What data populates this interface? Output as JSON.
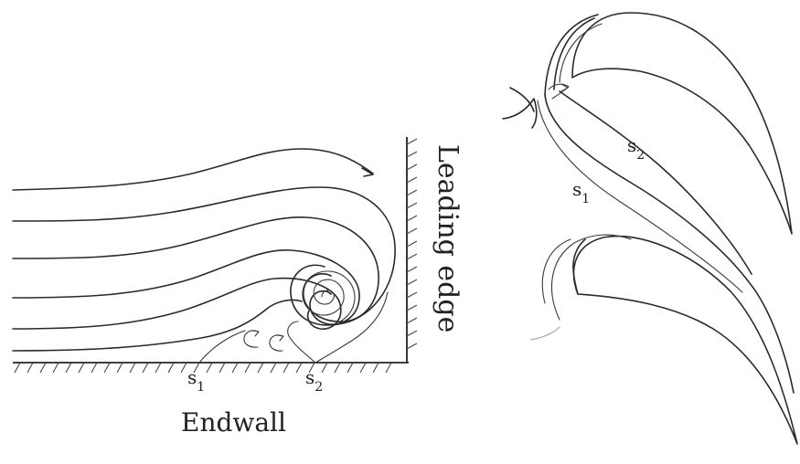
{
  "labels": {
    "endwall": "Endwall",
    "leading_edge": "Leading edge",
    "s1_left": {
      "base": "s",
      "sub": "1"
    },
    "s2_left": {
      "base": "s",
      "sub": "2"
    },
    "s1_right": {
      "base": "s",
      "sub": "1"
    },
    "s2_right": {
      "base": "s",
      "sub": "2"
    }
  }
}
